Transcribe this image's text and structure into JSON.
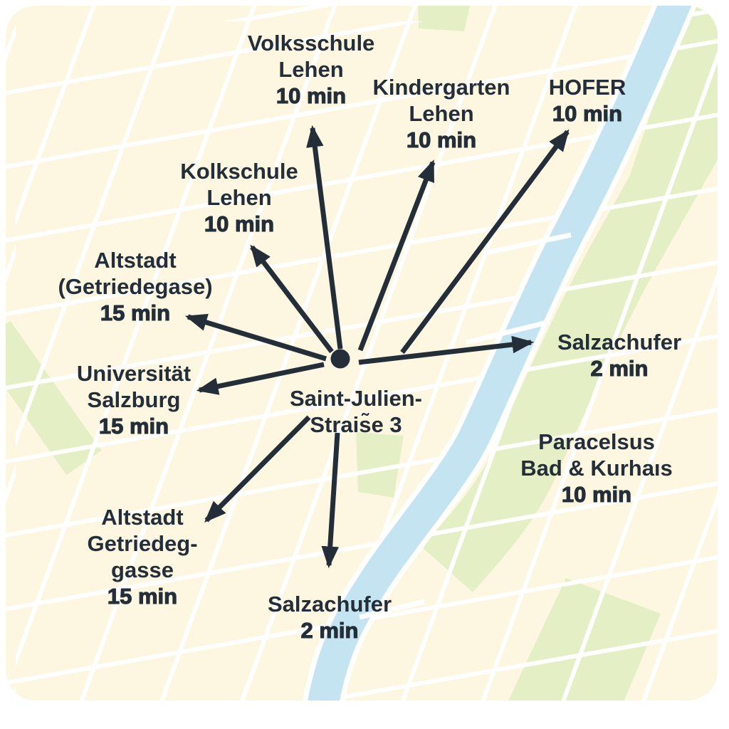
{
  "origin": {
    "line1": "Saint-Julien-",
    "line2": "Strais̃e 3"
  },
  "destinations": [
    {
      "id": "volksschule",
      "line1": "Volksschule",
      "line2": "Lehen",
      "time": "10 min"
    },
    {
      "id": "kindergarten",
      "line1": "Kindergarten",
      "line2": "Lehen",
      "time": "10 min"
    },
    {
      "id": "hofer",
      "line1": "HOFER",
      "time": "10 min"
    },
    {
      "id": "kolkschule",
      "line1": "Kolkschule",
      "line2": "Lehen",
      "time": "10 min"
    },
    {
      "id": "altstadt-getriedegase",
      "line1": "Altstadt",
      "line2": "(Getriedegase)",
      "time": "15 min"
    },
    {
      "id": "universitaet",
      "line1": "Universität",
      "line2": "Salzburg",
      "time": "15 min"
    },
    {
      "id": "salzachufer-right",
      "line1": "Salzachufer",
      "time": "2 min"
    },
    {
      "id": "paracelsus",
      "line1": "Paracelsus",
      "line2": "Bad & Kurhaıs",
      "time": "10 min"
    },
    {
      "id": "altstadt-getriedeggasse",
      "line1": "Altstadt",
      "line2": "Getriedeg-",
      "line3": "gasse",
      "time": "15 min"
    },
    {
      "id": "salzachufer-bottom",
      "line1": "Salzachufer",
      "time": "2 min"
    }
  ],
  "colors": {
    "map_background": "#fdf7e2",
    "street": "#ffffff",
    "river": "#c5e4f1",
    "green_area": "#e4efc5",
    "ink": "#242e38"
  }
}
